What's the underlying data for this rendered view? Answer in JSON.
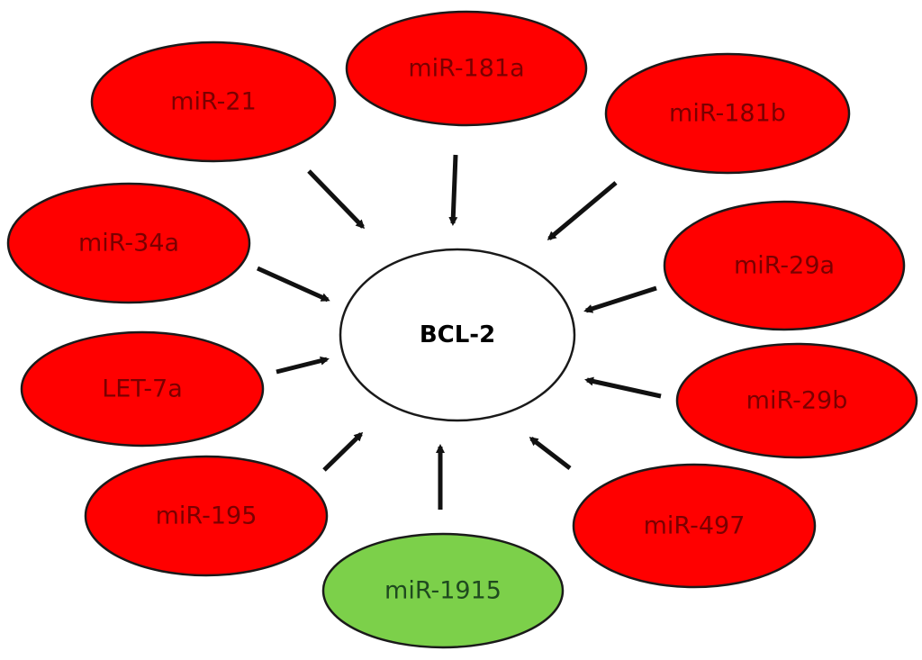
{
  "diagram": {
    "center": {
      "label": "BCL-2",
      "fill": "#ffffff",
      "label_color": "#000000"
    },
    "colors": {
      "red_fill": "#ff0000",
      "red_label": "#7a0000",
      "green_fill": "#7cd04a",
      "green_label": "#1f4a1f",
      "arrow": "#111111"
    },
    "nodes": [
      {
        "id": "mir-21",
        "label": "miR-21",
        "color": "red"
      },
      {
        "id": "mir-181a",
        "label": "miR-181a",
        "color": "red"
      },
      {
        "id": "mir-181b",
        "label": "miR-181b",
        "color": "red"
      },
      {
        "id": "mir-34a",
        "label": "miR-34a",
        "color": "red"
      },
      {
        "id": "mir-29a",
        "label": "miR-29a",
        "color": "red"
      },
      {
        "id": "let-7a",
        "label": "LET-7a",
        "color": "red"
      },
      {
        "id": "mir-29b",
        "label": "miR-29b",
        "color": "red"
      },
      {
        "id": "mir-195",
        "label": "miR-195",
        "color": "red"
      },
      {
        "id": "mir-497",
        "label": "miR-497",
        "color": "red"
      },
      {
        "id": "mir-1915",
        "label": "miR-1915",
        "color": "green"
      }
    ],
    "edges": [
      {
        "from": "mir-21",
        "to": "BCL-2"
      },
      {
        "from": "mir-181a",
        "to": "BCL-2"
      },
      {
        "from": "mir-181b",
        "to": "BCL-2"
      },
      {
        "from": "mir-34a",
        "to": "BCL-2"
      },
      {
        "from": "mir-29a",
        "to": "BCL-2"
      },
      {
        "from": "let-7a",
        "to": "BCL-2"
      },
      {
        "from": "mir-29b",
        "to": "BCL-2"
      },
      {
        "from": "mir-195",
        "to": "BCL-2"
      },
      {
        "from": "mir-497",
        "to": "BCL-2"
      },
      {
        "from": "mir-1915",
        "to": "BCL-2"
      }
    ]
  }
}
